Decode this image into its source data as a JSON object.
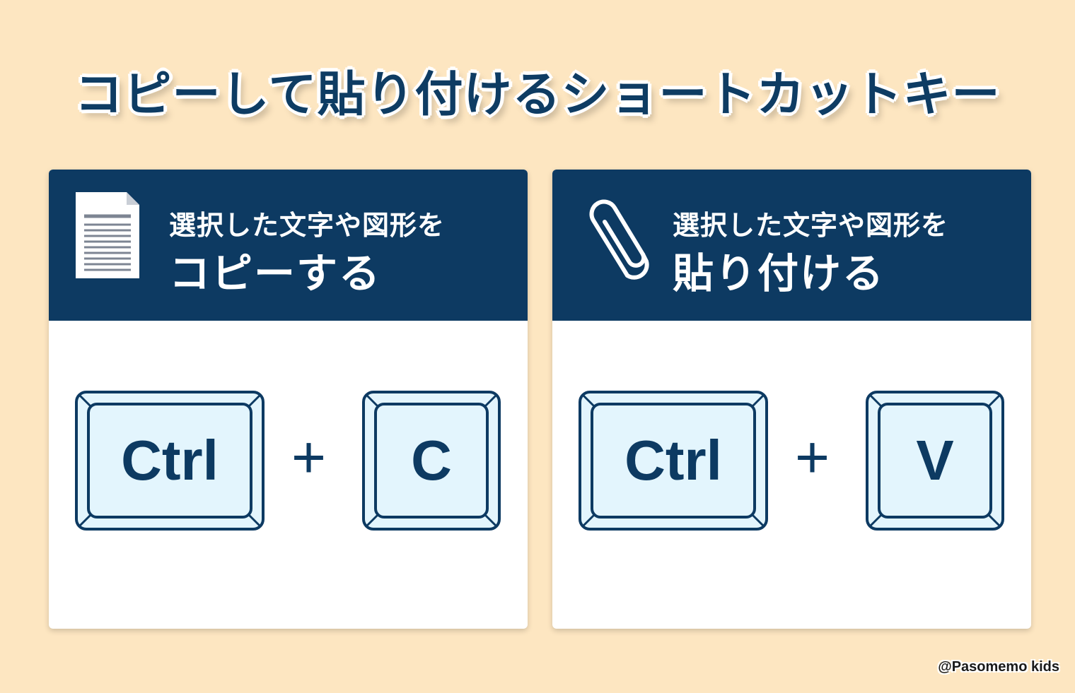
{
  "title": "コピーして貼り付けるショートカットキー",
  "cards": [
    {
      "icon": "document-icon",
      "line1": "選択した文字や図形を",
      "line2": "コピーする",
      "keys": [
        "Ctrl",
        "C"
      ],
      "plus": "+"
    },
    {
      "icon": "paperclip-icon",
      "line1": "選択した文字や図形を",
      "line2": "貼り付ける",
      "keys": [
        "Ctrl",
        "V"
      ],
      "plus": "+"
    }
  ],
  "credit": "@Pasomemo kids",
  "colors": {
    "background": "#fde6c1",
    "navy": "#0d3a62",
    "key_face": "#e3f5fd"
  }
}
